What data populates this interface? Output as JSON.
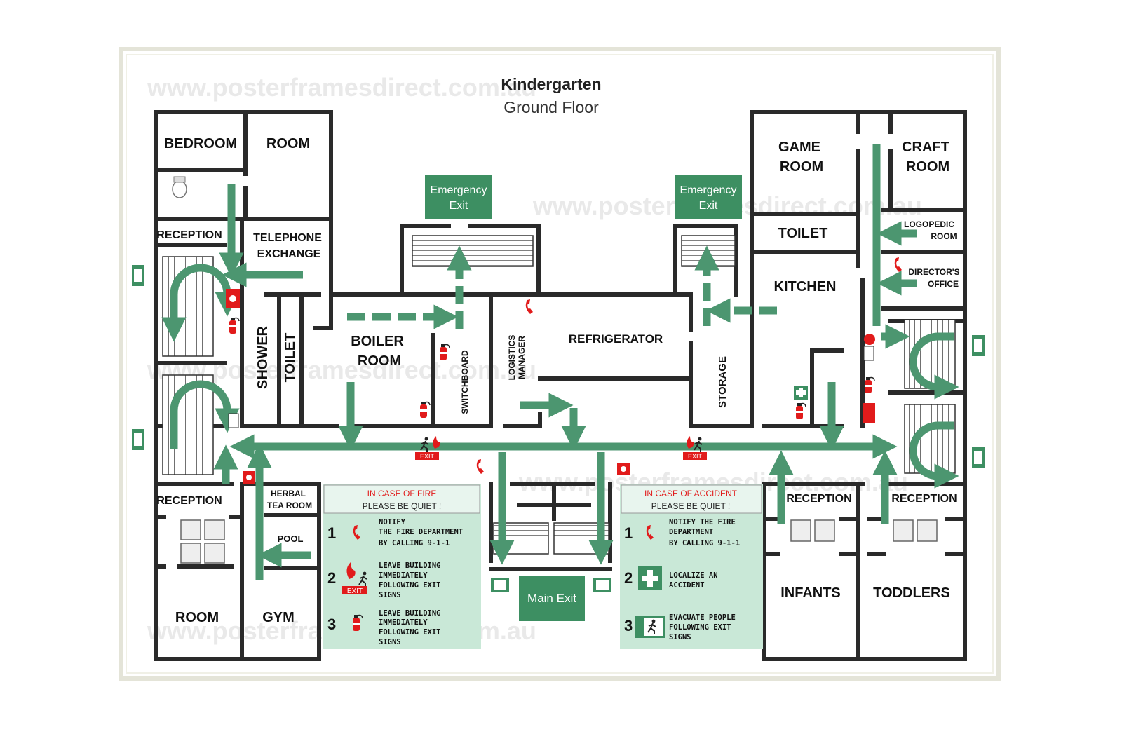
{
  "header": {
    "title": "Kindergarten",
    "subtitle": "Ground Floor"
  },
  "watermark": "www.posterframesdirect.com.au",
  "rooms": {
    "bedroom": "BEDROOM",
    "room_top": "ROOM",
    "reception_top_left": "RECEPTION",
    "telephone_line1": "TELEPHONE",
    "telephone_line2": "EXCHANGE",
    "shower": "SHOWER",
    "toilet_left": "TOILET",
    "boiler_line1": "BOILER",
    "boiler_line2": "ROOM",
    "switchboard": "SWITCHBOARD",
    "logistics_line1": "LOGISTICS",
    "logistics_line2": "MANAGER",
    "refrigerator": "REFRIGERATOR",
    "storage": "STORAGE",
    "kitchen": "KITCHEN",
    "game_line1": "GAME",
    "game_line2": "ROOM",
    "craft_line1": "CRAFT",
    "craft_line2": "ROOM",
    "toilet_right": "TOILET",
    "logopedic_line1": "LOGOPEDIC",
    "logopedic_line2": "ROOM",
    "director_line1": "DIRECTOR'S",
    "director_line2": "OFFICE",
    "reception_bottom_left": "RECEPTION",
    "herbal_line1": "HERBAL",
    "herbal_line2": "TEA ROOM",
    "pool": "POOL",
    "room_bottom": "ROOM",
    "gym": "GYM",
    "reception_infants": "RECEPTION",
    "reception_toddlers": "RECEPTION",
    "infants": "INFANTS",
    "toddlers": "TODDLERS"
  },
  "exits": {
    "emergency_left_line1": "Emergency",
    "emergency_left_line2": "Exit",
    "emergency_right_line1": "Emergency",
    "emergency_right_line2": "Exit",
    "main_exit": "Main Exit",
    "exit_sign": "EXIT"
  },
  "fire_panel": {
    "heading1": "IN CASE OF FIRE",
    "heading2": "PLEASE BE QUIET !",
    "steps": [
      {
        "num": "1",
        "lines": [
          "NOTIFY",
          "THE FIRE DEPARTMENT",
          "BY CALLING  9-1-1"
        ]
      },
      {
        "num": "2",
        "lines": [
          "LEAVE BUILDING",
          "IMMEDIATELY",
          "FOLLOWING EXIT",
          "SIGNS"
        ]
      },
      {
        "num": "3",
        "lines": [
          "LEAVE BUILDING",
          "IMMEDIATELY",
          "FOLLOWING EXIT",
          "SIGNS"
        ]
      }
    ]
  },
  "accident_panel": {
    "heading1": "IN CASE OF ACCIDENT",
    "heading2": "PLEASE BE QUIET !",
    "steps": [
      {
        "num": "1",
        "lines": [
          "NOTIFY THE FIRE",
          "DEPARTMENT",
          "BY CALLING  9-1-1"
        ]
      },
      {
        "num": "2",
        "lines": [
          "LOCALIZE AN",
          "ACCIDENT"
        ]
      },
      {
        "num": "3",
        "lines": [
          "EVACUATE PEOPLE",
          "FOLLOWING EXIT",
          "SIGNS"
        ]
      }
    ]
  },
  "icons": [
    "fire-extinguisher-icon",
    "fire-alarm-icon",
    "emergency-phone-icon",
    "first-aid-icon",
    "exit-running-man-icon",
    "toilet-icon",
    "sink-icon",
    "evacuation-arrow-icon"
  ],
  "colors": {
    "route_green": "#4c9670",
    "sign_green": "#3d8f62",
    "panel_green": "#c9e8d7",
    "alert_red": "#e11b1b",
    "wall": "#2a2a2a"
  }
}
